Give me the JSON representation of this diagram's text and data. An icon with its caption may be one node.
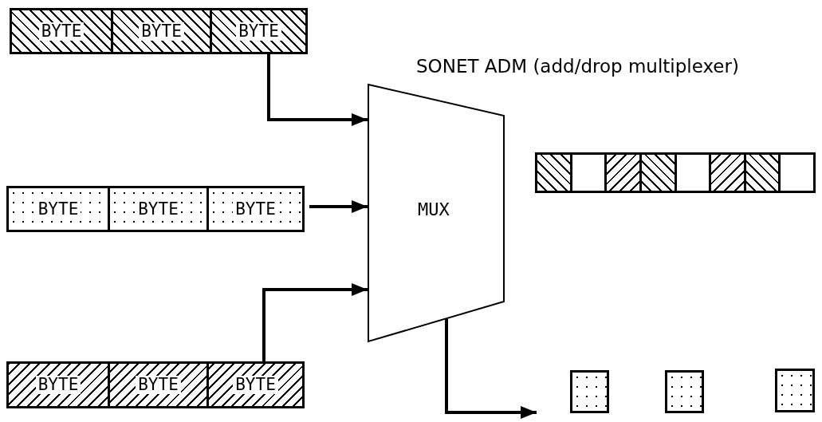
{
  "diagram": {
    "title": "SONET ADM (add/drop multiplexer)",
    "nodes": [
      {
        "text": [],
        "shape": "bar"
      },
      {
        "text": [
          "BYTE"
        ],
        "in": 0
      },
      {
        "text": [
          "BYTE"
        ],
        "in": 0
      },
      {
        "text": [
          "BYTE"
        ],
        "in": 0
      },
      {
        "text": [],
        "shape": "bar"
      },
      {
        "text": [
          "BYTE"
        ],
        "in": 4
      },
      {
        "text": [
          "BYTE"
        ],
        "in": 4
      },
      {
        "text": [
          "BYTE"
        ],
        "in": 4
      },
      {
        "text": [],
        "shape": "bar"
      },
      {
        "text": [
          "BYTE"
        ],
        "in": 8
      },
      {
        "text": [
          "BYTE"
        ],
        "in": 8
      },
      {
        "text": [
          "BYTE"
        ],
        "in": 8
      },
      {
        "text": [
          "MUX"
        ]
      },
      {
        "text": [],
        "shape": "bar"
      },
      {
        "text": [],
        "shape": "box"
      },
      {
        "text": [],
        "shape": "box"
      },
      {
        "text": [],
        "shape": "box"
      }
    ],
    "edges": [
      {
        "from": 0,
        "to": 12,
        "arrow": "to"
      },
      {
        "from": 4,
        "to": 12,
        "arrow": "to"
      },
      {
        "from": 8,
        "to": 12,
        "arrow": "to"
      },
      {
        "from": 12,
        "to": null,
        "arrow": "to"
      }
    ]
  }
}
